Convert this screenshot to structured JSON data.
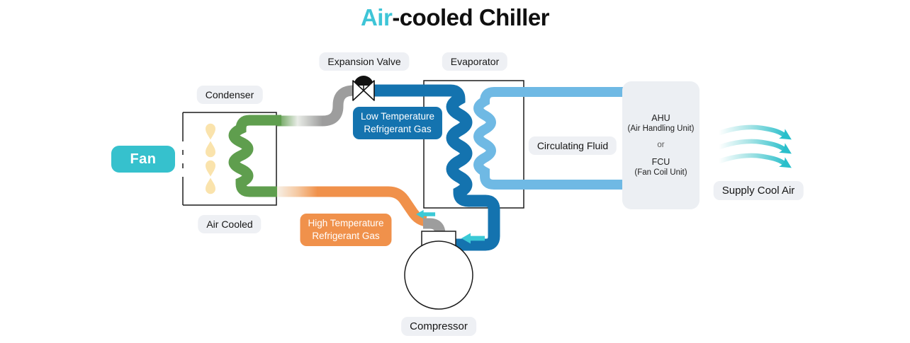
{
  "title": {
    "accent": "Air",
    "rest": "-cooled Chiller"
  },
  "component_labels": {
    "fan": "Fan",
    "condenser": "Condenser",
    "air_cooled": "Air Cooled",
    "expansion_valve": "Expansion Valve",
    "evaporator": "Evaporator",
    "compressor": "Compressor",
    "circulating_fluid": "Circulating Fluid",
    "supply_cool_air": "Supply Cool Air"
  },
  "flow_labels": {
    "low_temp": {
      "line1": "Low Temperature",
      "line2": "Refrigerant Gas"
    },
    "high_temp": {
      "line1": "High Temperature",
      "line2": "Refrigerant Gas"
    }
  },
  "ahu_unit": {
    "abbr_top": "AHU",
    "full_top": "(Air Handling Unit)",
    "conjunction": "or",
    "abbr_bottom": "FCU",
    "full_bottom": "(Fan Coil Unit)"
  },
  "icons": {
    "expansion_valve": "valve-bowtie-icon",
    "air_flow": "air-droplet-icon",
    "flow_direction": "flow-arrow-left-icon",
    "supply_air": "supply-air-wave-arrow-icon"
  },
  "colors": {
    "accent_teal": "#3EC5D7",
    "fan_teal": "#36C1CD",
    "flow_arrow_teal": "#3BC9D6",
    "supply_air_teal": "#2ABFCB",
    "refrigerant_dark_blue": "#1473AF",
    "fluid_light_blue": "#6FB9E4",
    "condenser_green": "#5F9E4E",
    "high_temp_orange": "#F0914B",
    "pipe_gray": "#9D9D9D",
    "label_bg": "#EEF0F4",
    "unit_box_bg": "#ECEFF3",
    "droplet_yellow": "#FAE3AC",
    "text_dark": "#1B1B1B"
  }
}
